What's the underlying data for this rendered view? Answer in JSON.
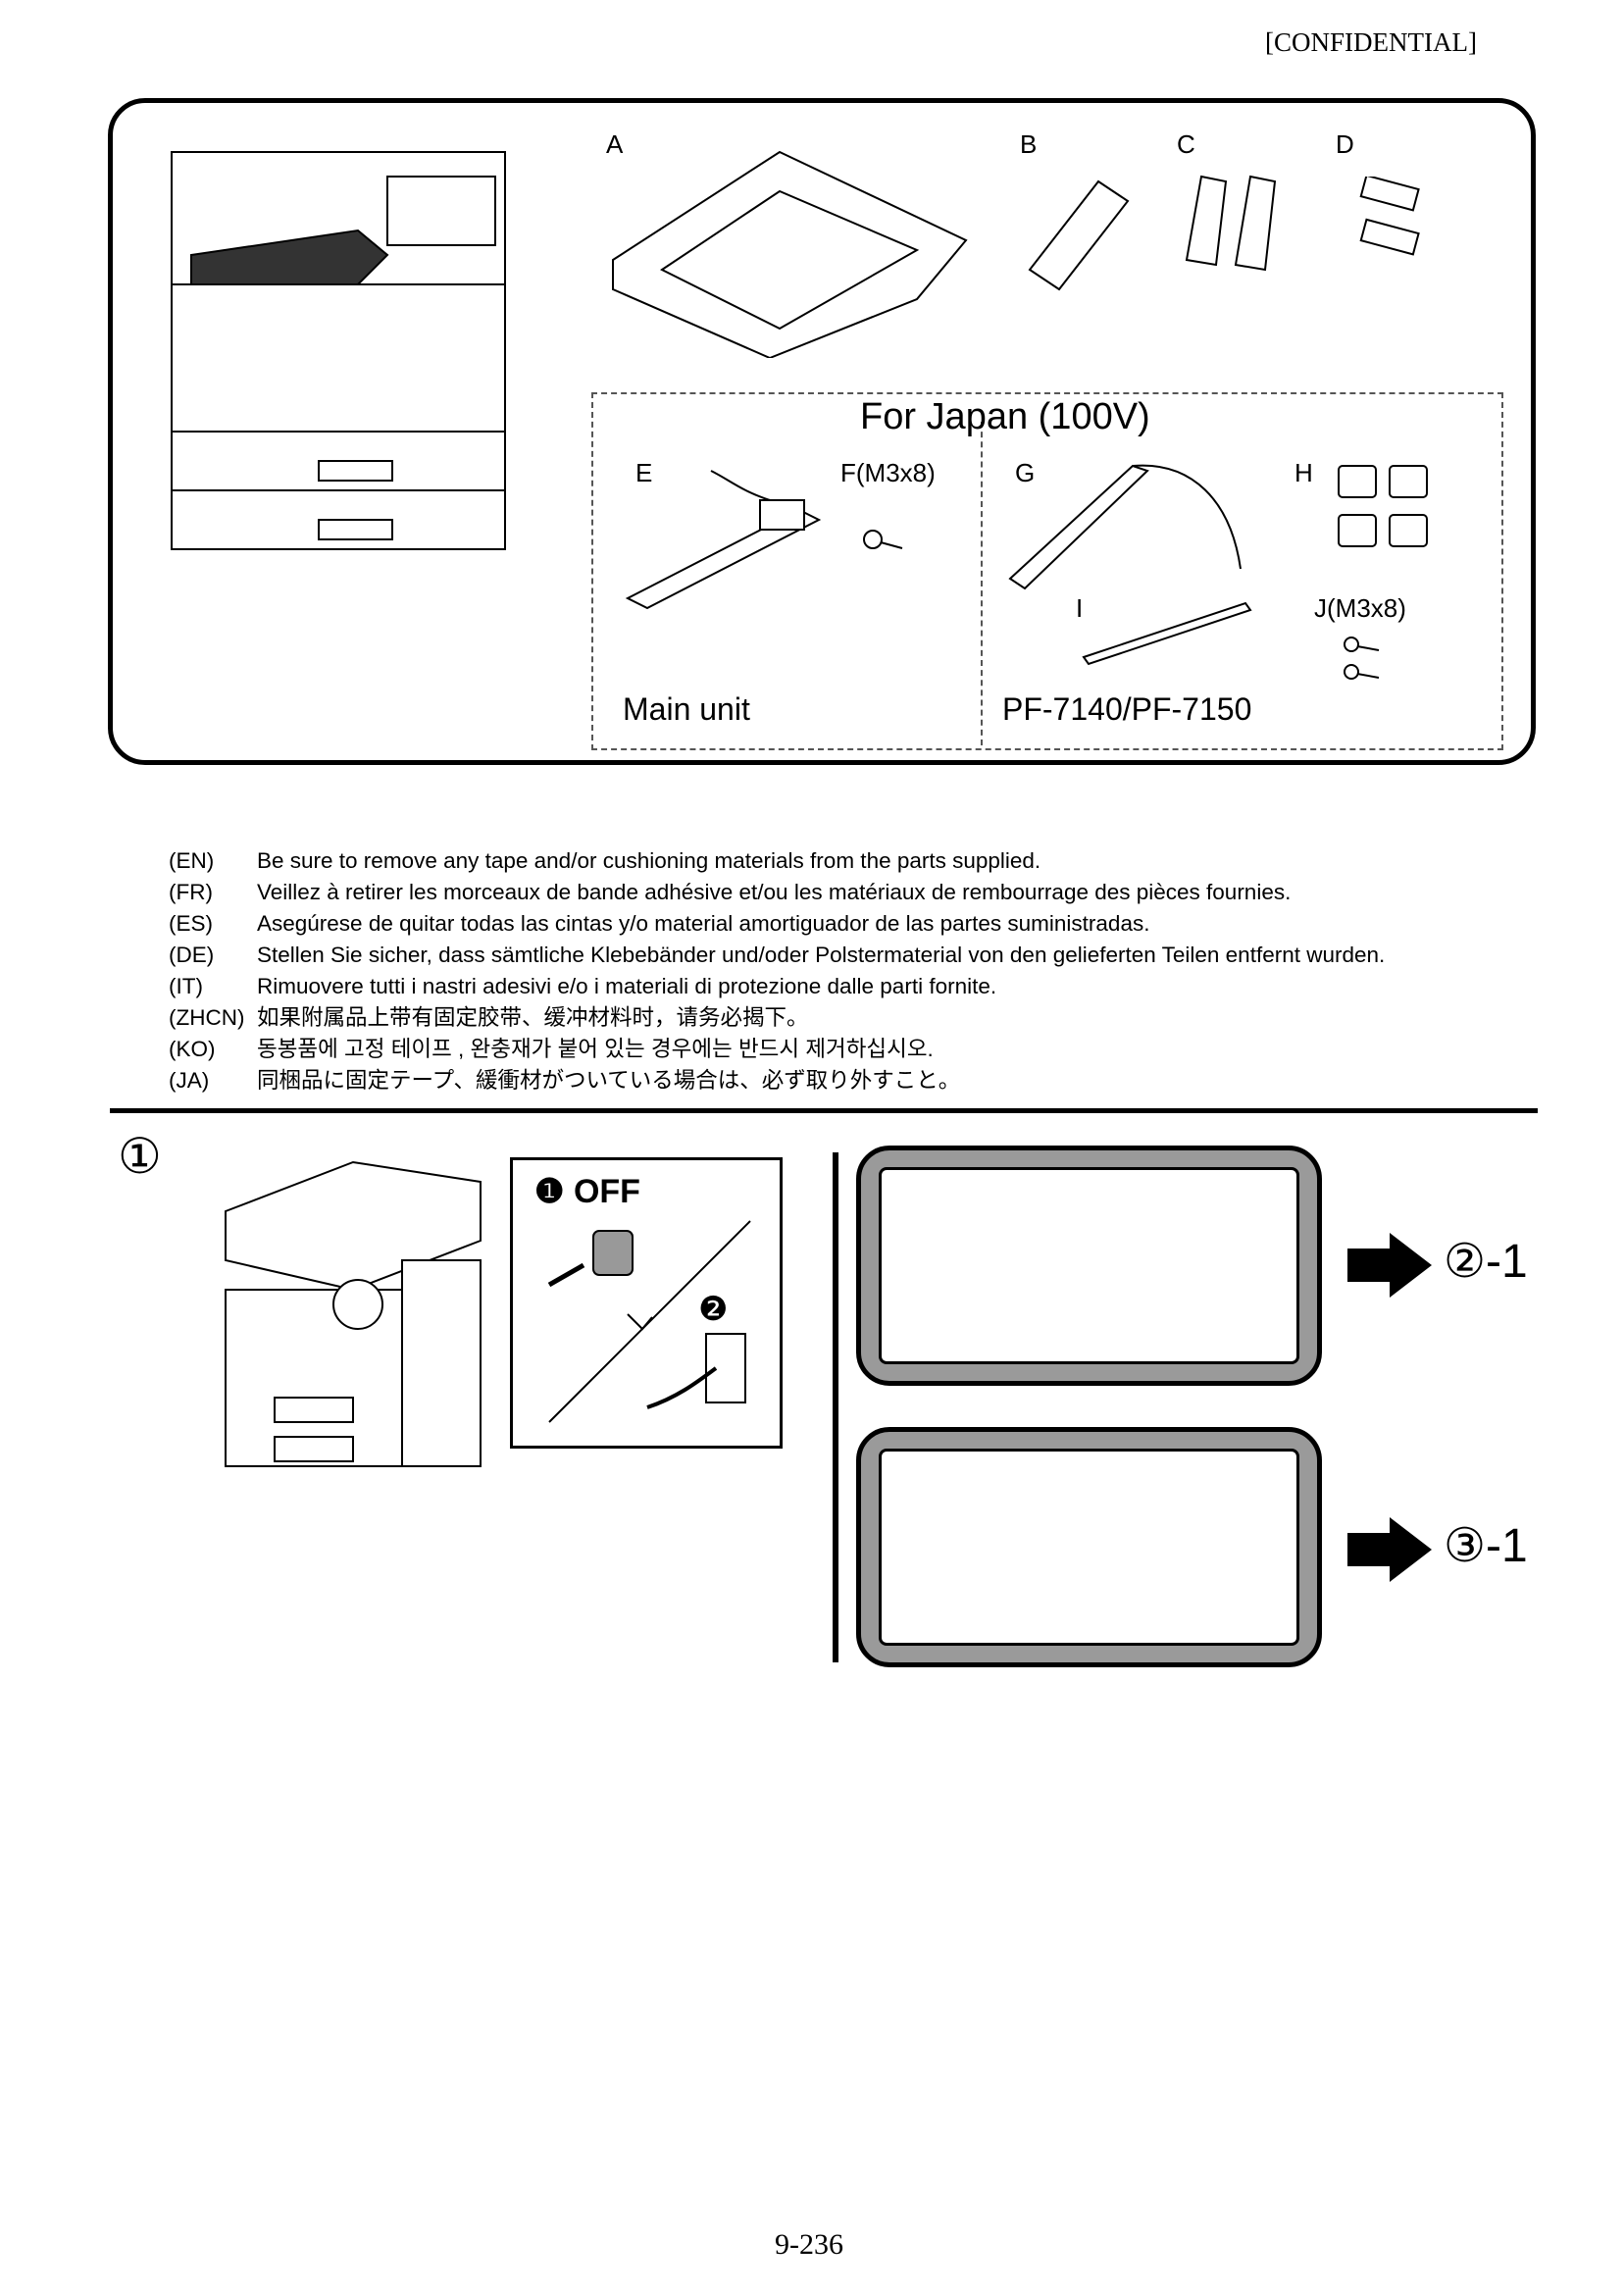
{
  "header": {
    "confidential": "[CONFIDENTIAL]"
  },
  "parts": {
    "A": "A",
    "B": "B",
    "C": "C",
    "D": "D",
    "E": "E",
    "F": "F(M3x8)",
    "G": "G",
    "H": "H",
    "I": "I",
    "J": "J(M3x8)"
  },
  "japan": {
    "title": "For Japan (100V)",
    "main_unit": "Main unit",
    "paper_feeder": "PF-7140/PF-7150"
  },
  "notes": [
    {
      "lang": "(EN)",
      "text": "Be sure to remove any tape and/or cushioning materials from the parts supplied."
    },
    {
      "lang": "(FR)",
      "text": "Veillez à retirer les morceaux de bande adhésive et/ou les matériaux de rembourrage des pièces fournies."
    },
    {
      "lang": "(ES)",
      "text": "Asegúrese de quitar todas las cintas y/o material amortiguador de las partes suministradas."
    },
    {
      "lang": "(DE)",
      "text": "Stellen Sie sicher, dass sämtliche Klebebänder und/oder Polstermaterial von den gelieferten Teilen entfernt wurden."
    },
    {
      "lang": "(IT)",
      "text": "Rimuovere tutti i nastri adesivi e/o i materiali di protezione dalle parti fornite."
    },
    {
      "lang": "(ZHCN)",
      "text": "如果附属品上带有固定胶带、缓冲材料时，请务必揭下。"
    },
    {
      "lang": "(KO)",
      "text": "동봉품에 고정 테이프 , 완충재가 붙어 있는 경우에는 반드시 제거하십시오."
    },
    {
      "lang": "(JA)",
      "text": "同梱品に固定テープ、緩衝材がついている場合は、必ず取り外すこと。"
    }
  ],
  "step1": {
    "number": "①",
    "off_label": "OFF",
    "sub1": "❶",
    "sub2": "❷",
    "goto_top": "②-1",
    "goto_bottom": "③-1"
  },
  "footer": {
    "page": "9-236"
  }
}
